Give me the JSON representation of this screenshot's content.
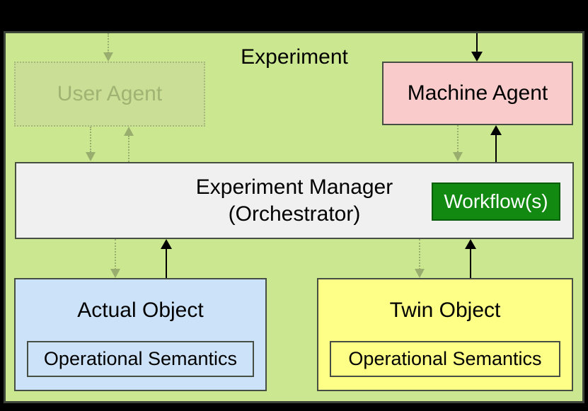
{
  "diagram": {
    "container_label": "Experiment",
    "nodes": {
      "user_agent": {
        "label": "User Agent",
        "state": "inactive"
      },
      "machine_agent": {
        "label": "Machine Agent"
      },
      "experiment_manager": {
        "title": "Experiment Manager",
        "subtitle": "(Orchestrator)"
      },
      "workflow": {
        "label": "Workflow(s)"
      },
      "actual_object": {
        "label": "Actual Object",
        "inner_label": "Operational Semantics"
      },
      "twin_object": {
        "label": "Twin Object",
        "inner_label": "Operational Semantics"
      }
    },
    "edges": [
      {
        "from": "external-top",
        "to": "user_agent",
        "style": "dotted-faded",
        "direction": "down"
      },
      {
        "from": "external-top",
        "to": "machine_agent",
        "style": "solid",
        "direction": "down"
      },
      {
        "from": "user_agent",
        "to": "experiment_manager",
        "style": "dotted-faded",
        "direction": "down"
      },
      {
        "from": "experiment_manager",
        "to": "user_agent",
        "style": "dotted-faded",
        "direction": "up"
      },
      {
        "from": "machine_agent",
        "to": "experiment_manager",
        "style": "dotted-faded",
        "direction": "down"
      },
      {
        "from": "experiment_manager",
        "to": "machine_agent",
        "style": "solid",
        "direction": "up"
      },
      {
        "from": "experiment_manager",
        "to": "actual_object",
        "style": "dotted-faded",
        "direction": "down"
      },
      {
        "from": "actual_object",
        "to": "experiment_manager",
        "style": "solid",
        "direction": "up"
      },
      {
        "from": "experiment_manager",
        "to": "twin_object",
        "style": "dotted-faded",
        "direction": "down"
      },
      {
        "from": "twin_object",
        "to": "experiment_manager",
        "style": "solid",
        "direction": "up"
      }
    ],
    "colors": {
      "canvas_background": "#000000",
      "experiment_background": "#cbe78f",
      "user_agent_fill": "#cade96",
      "machine_agent_fill": "#f9cccb",
      "manager_fill": "#f0f0f0",
      "workflow_fill": "#128a12",
      "workflow_text": "#ffffff",
      "actual_object_fill": "#cce2f8",
      "twin_object_fill": "#feff87",
      "solid_arrow": "#000000",
      "faded_arrow": "#98ad6e",
      "box_border": "#474e44"
    }
  }
}
